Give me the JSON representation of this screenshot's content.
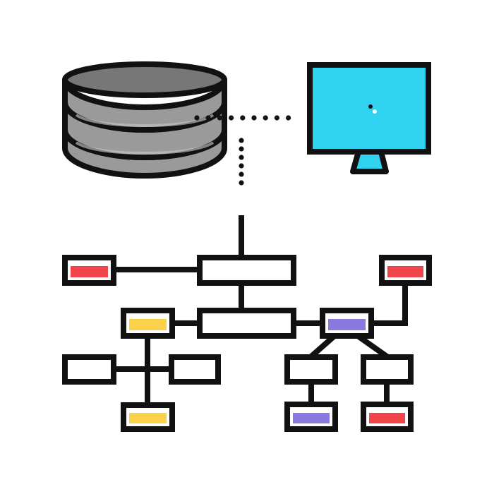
{
  "diagram": {
    "kind": "data-architecture-icon",
    "colors": {
      "outline": "#111111",
      "background": "#ffffff",
      "database_shade": "#9a9a9a",
      "database_shade_dark": "#777777",
      "screen": "#31d1f0",
      "red": "#f0454a",
      "yellow": "#f9d24a",
      "purple": "#8a79e0"
    },
    "icons": {
      "database": "database-icon",
      "monitor": "monitor-icon"
    },
    "nodes": [
      {
        "id": "root-top",
        "fill": "none"
      },
      {
        "id": "root-center",
        "fill": "none"
      },
      {
        "id": "top-left",
        "fill": "red"
      },
      {
        "id": "left-hub",
        "fill": "yellow"
      },
      {
        "id": "left-branch-left",
        "fill": "none"
      },
      {
        "id": "left-branch-right",
        "fill": "none"
      },
      {
        "id": "left-bottom",
        "fill": "yellow"
      },
      {
        "id": "right-hub",
        "fill": "purple"
      },
      {
        "id": "top-right",
        "fill": "red"
      },
      {
        "id": "right-child-left",
        "fill": "none"
      },
      {
        "id": "right-child-right",
        "fill": "none"
      },
      {
        "id": "right-leaf-left",
        "fill": "purple"
      },
      {
        "id": "right-leaf-right",
        "fill": "red"
      }
    ]
  }
}
